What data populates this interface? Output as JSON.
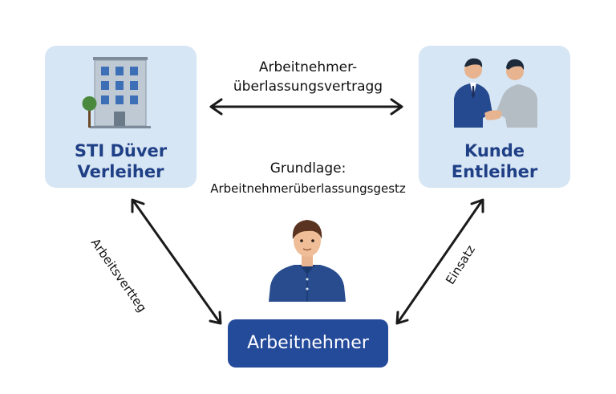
{
  "lender": {
    "line1": "STI Düver",
    "line2": "Verleiher"
  },
  "client": {
    "line1": "Kunde",
    "line2": "Entleiher"
  },
  "worker": {
    "label": "Arbeitnehmer"
  },
  "contract": {
    "line1": "Arbeitnehmer-",
    "line2": "überlassungsvertragg"
  },
  "basis": {
    "line1": "Grundlage:",
    "line2": "Arbeitnehmerüberlassungsgestz"
  },
  "edges": {
    "employment": "Arbeitsvertteg",
    "deployment": "Einsatz"
  },
  "icons": {
    "lender": "office-building-icon",
    "client": "handshake-icon",
    "worker": "person-icon"
  },
  "colors": {
    "card_bg": "#d7e6f4",
    "title_blue": "#1f3f86",
    "worker_box": "#244a9a",
    "arrow": "#1a1a1a"
  }
}
